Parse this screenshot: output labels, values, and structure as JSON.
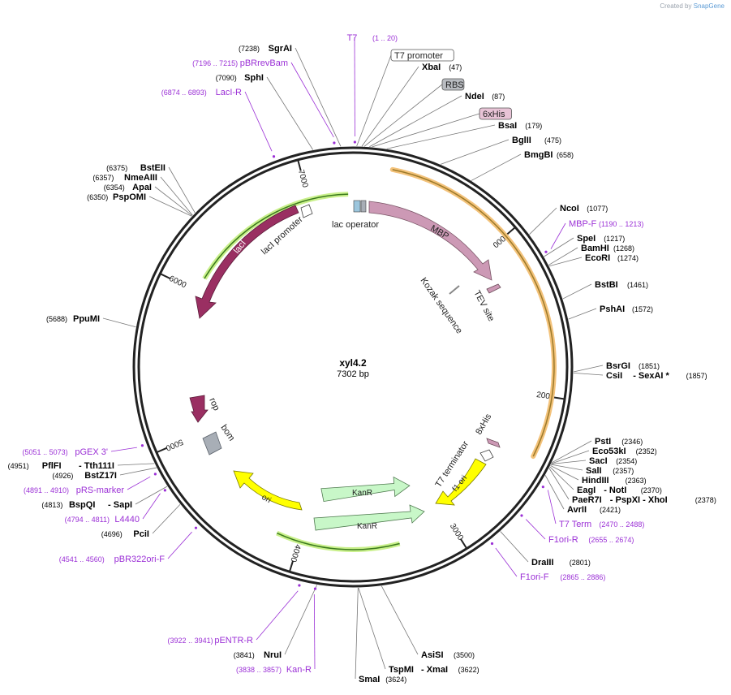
{
  "credit": {
    "prefix": "Created by",
    "brand": "SnapGene"
  },
  "plasmid": {
    "name": "xyl4.2",
    "length": "7302 bp",
    "total_bp": 7302
  },
  "ticks": [
    {
      "bp": 1000,
      "label": "1000"
    },
    {
      "bp": 2000,
      "label": "2000"
    },
    {
      "bp": 3000,
      "label": "3000"
    },
    {
      "bp": 4000,
      "label": "4000"
    },
    {
      "bp": 5000,
      "label": "5000"
    },
    {
      "bp": 6000,
      "label": "6000"
    },
    {
      "bp": 7000,
      "label": "7000"
    }
  ],
  "colors": {
    "site_name": "#000000",
    "primer": "#9b30d6",
    "lacI": "#9a2f62",
    "MBP": "#cc99b5",
    "KanR": "#c8f7c8",
    "ori": "#ffff00",
    "rop": "#9a2f62",
    "bom": "#a8aeb6",
    "orf_glow": "#c9f08b",
    "mbp_glow": "#f6c981"
  },
  "labels": [
    {
      "id": "sgrAI",
      "kind": "site",
      "name": "SgrAI",
      "pos": "(7238)"
    },
    {
      "id": "pbrRevBam",
      "kind": "primer",
      "name": "pBRrevBam",
      "pos": "(7196 .. 7215)"
    },
    {
      "id": "sphI",
      "kind": "site",
      "name": "SphI",
      "pos": "(7090)"
    },
    {
      "id": "lacIR",
      "kind": "primer",
      "name": "LacI-R",
      "pos": "(6874 .. 6893)"
    },
    {
      "id": "t7",
      "kind": "primer",
      "name": "T7",
      "pos": "(1 .. 20)"
    },
    {
      "id": "t7promoter",
      "kind": "box",
      "name": "T7 promoter"
    },
    {
      "id": "xbaI",
      "kind": "site",
      "name": "XbaI",
      "pos": "(47)"
    },
    {
      "id": "rbs",
      "kind": "boxgray",
      "name": "RBS"
    },
    {
      "id": "ndeI",
      "kind": "site",
      "name": "NdeI",
      "pos": "(87)"
    },
    {
      "id": "his6",
      "kind": "boxpink",
      "name": "6xHis"
    },
    {
      "id": "bsaI",
      "kind": "site",
      "name": "BsaI",
      "pos": "(179)"
    },
    {
      "id": "bglII",
      "kind": "site",
      "name": "BglII",
      "pos": "(475)"
    },
    {
      "id": "bmgBI",
      "kind": "site",
      "name": "BmgBI",
      "pos": "(658)"
    },
    {
      "id": "ncoI",
      "kind": "site",
      "name": "NcoI",
      "pos": "(1077)"
    },
    {
      "id": "mbpF",
      "kind": "primer",
      "name": "MBP-F",
      "pos": "(1190 .. 1213)"
    },
    {
      "id": "speI",
      "kind": "site",
      "name": "SpeI",
      "pos": "(1217)"
    },
    {
      "id": "bamHI",
      "kind": "site",
      "name": "BamHI",
      "pos": "(1268)"
    },
    {
      "id": "ecoRI",
      "kind": "site",
      "name": "EcoRI",
      "pos": "(1274)"
    },
    {
      "id": "bstBI",
      "kind": "site",
      "name": "BstBI",
      "pos": "(1461)"
    },
    {
      "id": "pshAI",
      "kind": "site",
      "name": "PshAI",
      "pos": "(1572)"
    },
    {
      "id": "bsrGI",
      "kind": "site",
      "name": "BsrGI",
      "pos": "(1851)"
    },
    {
      "id": "csiI",
      "kind": "site",
      "name": "CsiI",
      "extra": "- SexAI *",
      "pos": "(1857)"
    },
    {
      "id": "pstI",
      "kind": "site",
      "name": "PstI",
      "pos": "(2346)"
    },
    {
      "id": "eco53kI",
      "kind": "site",
      "name": "Eco53kI",
      "pos": "(2352)"
    },
    {
      "id": "sacI",
      "kind": "site",
      "name": "SacI",
      "pos": "(2354)"
    },
    {
      "id": "salI",
      "kind": "site",
      "name": "SalI",
      "pos": "(2357)"
    },
    {
      "id": "hindIII",
      "kind": "site",
      "name": "HindIII",
      "pos": "(2363)"
    },
    {
      "id": "eagI",
      "kind": "site",
      "name": "EagI",
      "extra": "- NotI",
      "pos": "(2370)"
    },
    {
      "id": "paeR7I",
      "kind": "site",
      "name": "PaeR7I",
      "extra": "- PspXI  - XhoI",
      "pos": "(2378)"
    },
    {
      "id": "avrII",
      "kind": "site",
      "name": "AvrII",
      "pos": "(2421)"
    },
    {
      "id": "t7term",
      "kind": "primer",
      "name": "T7 Term",
      "pos": "(2470 .. 2488)"
    },
    {
      "id": "f1oriR",
      "kind": "primer",
      "name": "F1ori-R",
      "pos": "(2655 .. 2674)"
    },
    {
      "id": "draIII",
      "kind": "site",
      "name": "DraIII",
      "pos": "(2801)"
    },
    {
      "id": "f1oriF",
      "kind": "primer",
      "name": "F1ori-F",
      "pos": "(2865 .. 2886)"
    },
    {
      "id": "asiSI",
      "kind": "site",
      "name": "AsiSI",
      "pos": "(3500)"
    },
    {
      "id": "tspMI",
      "kind": "site",
      "name": "TspMI",
      "extra": "- XmaI",
      "pos": "(3622)"
    },
    {
      "id": "smaI",
      "kind": "site",
      "name": "SmaI",
      "pos": "(3624)"
    },
    {
      "id": "pentrR",
      "kind": "primer",
      "name": "pENTR-R",
      "pos": "(3922 .. 3941)"
    },
    {
      "id": "nruI",
      "kind": "site",
      "name": "NruI",
      "pos": "(3841)"
    },
    {
      "id": "kanR_p",
      "kind": "primer",
      "name": "Kan-R",
      "pos": "(3838 .. 3857)"
    },
    {
      "id": "pbr322",
      "kind": "primer",
      "name": "pBR322ori-F",
      "pos": "(4541 .. 4560)"
    },
    {
      "id": "pciI",
      "kind": "site",
      "name": "PciI",
      "pos": "(4696)"
    },
    {
      "id": "l4440",
      "kind": "primer",
      "name": "L4440",
      "pos": "(4794 .. 4811)"
    },
    {
      "id": "bspQI",
      "kind": "site",
      "name": "BspQI",
      "extra": "- SapI",
      "pos": "(4813)"
    },
    {
      "id": "prs",
      "kind": "primer",
      "name": "pRS-marker",
      "pos": "(4891 .. 4910)"
    },
    {
      "id": "bstZ17I",
      "kind": "site",
      "name": "BstZ17I",
      "pos": "(4926)"
    },
    {
      "id": "pflFI",
      "kind": "site",
      "name": "PflFI",
      "extra": "- Tth111I",
      "pos": "(4951)"
    },
    {
      "id": "pgex",
      "kind": "primer",
      "name": "pGEX 3'",
      "pos": "(5051 .. 5073)"
    },
    {
      "id": "ppuMI",
      "kind": "site",
      "name": "PpuMI",
      "pos": "(5688)"
    },
    {
      "id": "bstEII",
      "kind": "site",
      "name": "BstEII",
      "pos": "(6375)"
    },
    {
      "id": "nmeAIII",
      "kind": "site",
      "name": "NmeAIII",
      "pos": "(6357)"
    },
    {
      "id": "apaI",
      "kind": "site",
      "name": "ApaI",
      "pos": "(6354)"
    },
    {
      "id": "pspOMI",
      "kind": "site",
      "name": "PspOMI",
      "pos": "(6350)"
    }
  ],
  "features": [
    {
      "id": "lacI",
      "name": "lacI"
    },
    {
      "id": "lacIpromoter",
      "name": "lacI promoter"
    },
    {
      "id": "lacoperator",
      "name": "lac operator"
    },
    {
      "id": "MBP",
      "name": "MBP"
    },
    {
      "id": "TEV",
      "name": "TEV site"
    },
    {
      "id": "kozak",
      "name": "Kozak sequence"
    },
    {
      "id": "rop",
      "name": "rop"
    },
    {
      "id": "bom",
      "name": "bom"
    },
    {
      "id": "his8",
      "name": "8xHis"
    },
    {
      "id": "t7terminator",
      "name": "T7 terminator"
    },
    {
      "id": "f1ori",
      "name": "f1 ori"
    },
    {
      "id": "KanR1",
      "name": "KanR"
    },
    {
      "id": "KanR2",
      "name": "KanR"
    },
    {
      "id": "ori",
      "name": "ori"
    }
  ]
}
